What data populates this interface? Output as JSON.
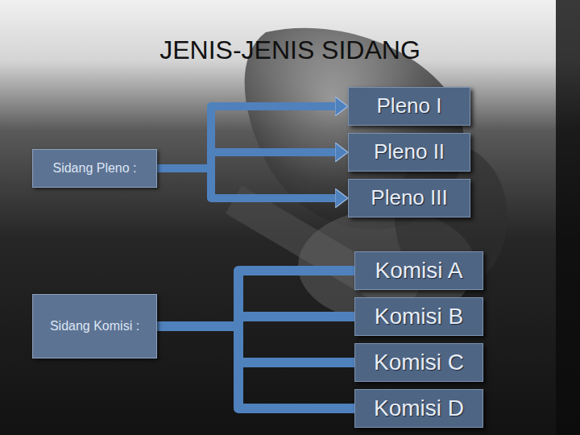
{
  "diagram": {
    "title": "JENIS-JENIS SIDANG",
    "nodes": [
      {
        "text": [
          "Sidang Pleno :"
        ]
      },
      {
        "text": [
          "Pleno I"
        ]
      },
      {
        "text": [
          "Pleno II"
        ]
      },
      {
        "text": [
          "Pleno III"
        ]
      },
      {
        "text": [
          "Sidang Komisi :"
        ]
      },
      {
        "text": [
          "Komisi A"
        ]
      },
      {
        "text": [
          "Komisi B"
        ]
      },
      {
        "text": [
          "Komisi C"
        ]
      },
      {
        "text": [
          "Komisi D"
        ]
      }
    ],
    "edges": [
      {
        "from": 0,
        "to": 1,
        "arrow": "to"
      },
      {
        "from": 0,
        "to": 2,
        "arrow": "to"
      },
      {
        "from": 0,
        "to": 3,
        "arrow": "to"
      },
      {
        "from": 4,
        "to": 5,
        "arrow": "none"
      },
      {
        "from": 4,
        "to": 6,
        "arrow": "none"
      },
      {
        "from": 4,
        "to": 7,
        "arrow": "none"
      },
      {
        "from": 4,
        "to": 8,
        "arrow": "none"
      }
    ]
  }
}
